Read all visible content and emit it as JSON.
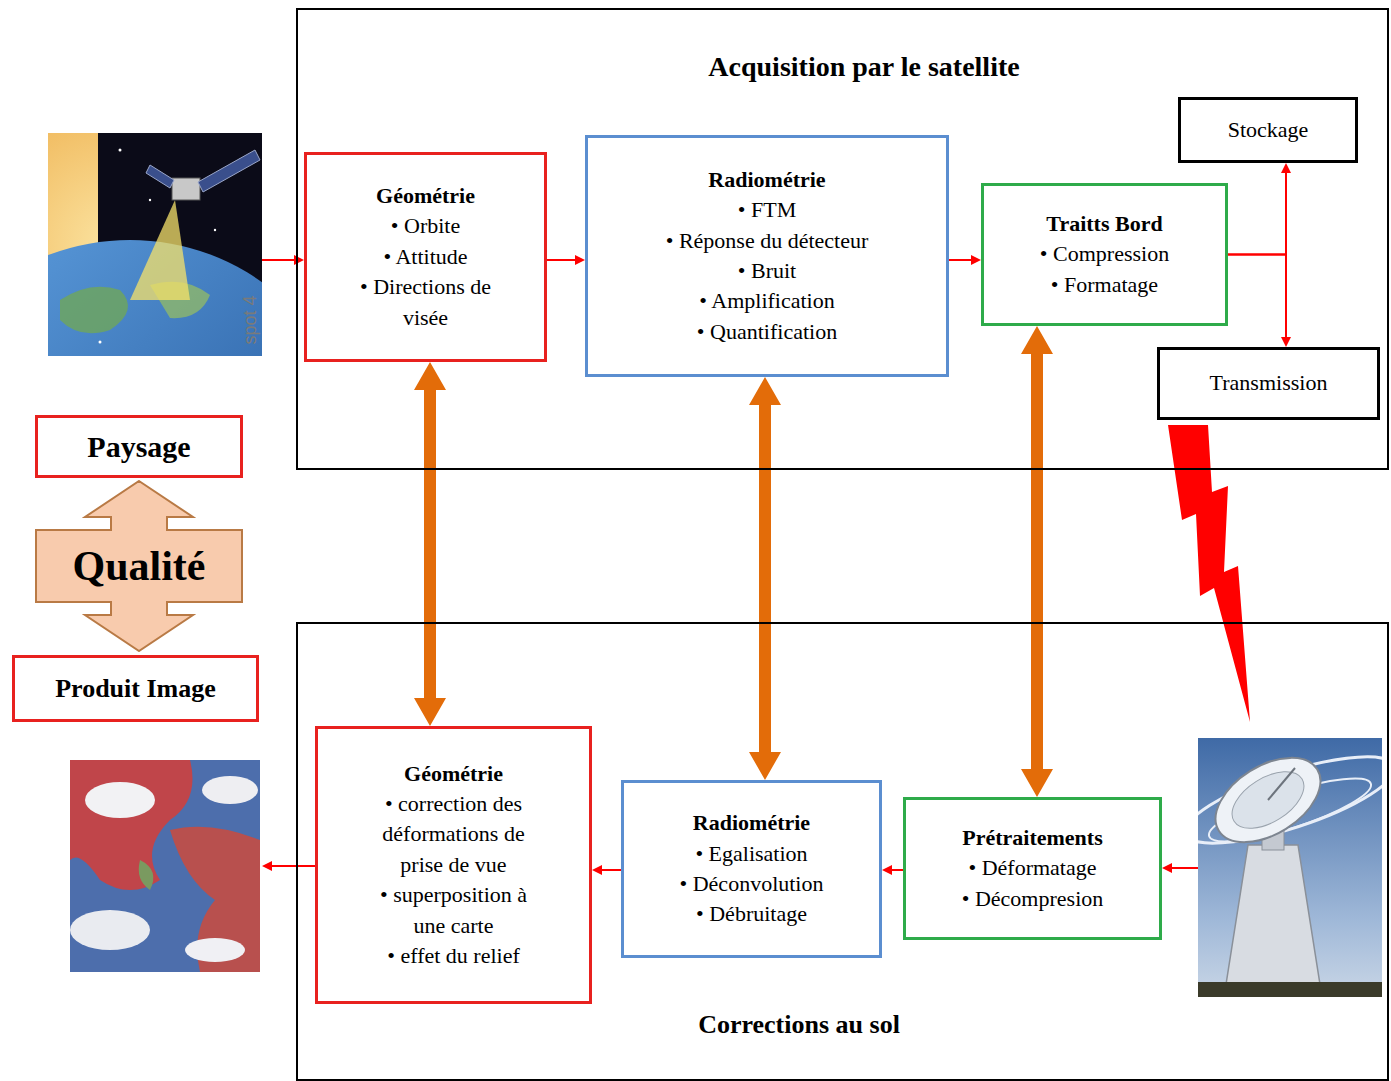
{
  "diagram": {
    "nodes": [
      {
        "text": [
          "Acquisition par le satellite"
        ]
      },
      {
        "text": [
          "Géométrie",
          "• Orbite",
          "• Attitude",
          "• Directions de visée"
        ],
        "in": 0
      },
      {
        "text": [
          "Radiométrie",
          "• FTM",
          "• Réponse du détecteur",
          "• Bruit",
          "• Amplification",
          "• Quantification"
        ],
        "in": 0
      },
      {
        "text": [
          "Traitts Bord",
          "• Compression",
          "• Formatage"
        ],
        "in": 0
      },
      {
        "text": [
          "Stockage"
        ],
        "in": 0
      },
      {
        "text": [
          "Transmission"
        ],
        "in": 0
      },
      {
        "text": [
          "Paysage"
        ]
      },
      {
        "text": [
          "Qualité"
        ]
      },
      {
        "text": [
          "Produit Image"
        ]
      },
      {
        "text": [
          "Corrections au sol"
        ]
      },
      {
        "text": [
          "Géométrie",
          "• correction des déformations de prise de vue",
          "• superposition à une carte",
          "• effet du relief"
        ],
        "in": 9
      },
      {
        "text": [
          "Radiométrie",
          "• Egalisation",
          "• Déconvolution",
          "• Débruitage"
        ],
        "in": 9
      },
      {
        "text": [
          "Prétraitements",
          "• Déformatage",
          "• Décompresion"
        ],
        "in": 9
      }
    ],
    "edges": [
      {
        "from": 1,
        "to": 2,
        "arrow": "to"
      },
      {
        "from": 2,
        "to": 3,
        "arrow": "to"
      },
      {
        "from": 3,
        "to": 4,
        "arrow": "to"
      },
      {
        "from": 3,
        "to": 5,
        "arrow": "to"
      },
      {
        "from": 1,
        "to": 10,
        "arrow": "both"
      },
      {
        "from": 2,
        "to": 11,
        "arrow": "both"
      },
      {
        "from": 3,
        "to": 12,
        "arrow": "both"
      },
      {
        "from": 12,
        "to": 11,
        "arrow": "to"
      },
      {
        "from": 11,
        "to": 10,
        "arrow": "to"
      }
    ],
    "labels": [
      "spot 4"
    ]
  }
}
